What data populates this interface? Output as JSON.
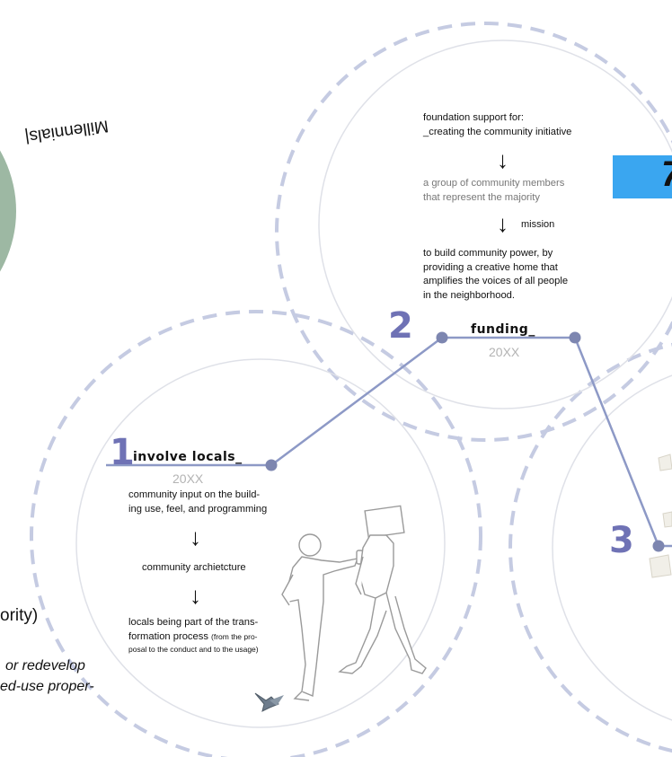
{
  "left_edge": {
    "vertical_label": "Millennials|",
    "fragment_1": "ority)",
    "fragment_2": "or redevelop",
    "fragment_3": "ed-use proper-"
  },
  "step1": {
    "number": "1",
    "title": "involve locals_",
    "year": "20XX",
    "item1": "community input on the building use, feel, and programming",
    "item1_a": "community input on the build-",
    "item1_b": "ing use, feel, and programming",
    "item2": "community archietcture",
    "item3_a": "locals being part of the trans-",
    "item3_b": "formation process",
    "item3_note_1": "(from the pro-",
    "item3_note_2": "posal to the conduct and to the usage)"
  },
  "step2": {
    "number": "2",
    "title": "funding_",
    "year": "20XX",
    "intro_a": "foundation support for:",
    "intro_b": "_creating the community initiative",
    "group_a": "a group of community members",
    "group_b": "that represent the majority",
    "mission_label": "mission",
    "mission_a": "to build community power, by",
    "mission_b": "providing a creative home that",
    "mission_c": "amplifies the voices of all people",
    "mission_d": "in the neighborhood."
  },
  "step3": {
    "number": "3"
  },
  "blue_box": {
    "visible_char": "7"
  },
  "colors": {
    "dashed_circle": "#c5cbe2",
    "connector": "#8d99c6",
    "node": "#7d86b0",
    "number": "#6f72b5",
    "accent_blue": "#3aa6f0",
    "green_circle": "#9db8a3",
    "year_gray": "#b3b3b3"
  }
}
